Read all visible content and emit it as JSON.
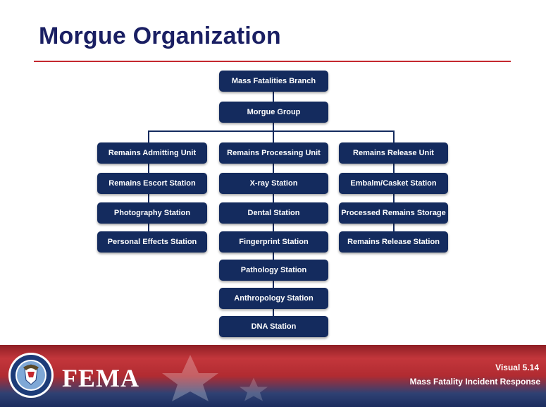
{
  "slide": {
    "title": "Morgue Organization"
  },
  "chart": {
    "top": [
      "Mass Fatalities Branch",
      "Morgue Group"
    ],
    "columns": [
      [
        "Remains Admitting Unit",
        "Remains Escort Station",
        "Photography Station",
        "Personal Effects Station"
      ],
      [
        "Remains Processing Unit",
        "X-ray Station",
        "Dental Station",
        "Fingerprint Station",
        "Pathology Station",
        "Anthropology Station",
        "DNA Station"
      ],
      [
        "Remains Release Unit",
        "Embalm/Casket Station",
        "Processed Remains Storage",
        "Remains Release Station"
      ]
    ]
  },
  "footer": {
    "agency": "FEMA",
    "visual": "Visual 5.14",
    "course": "Mass Fatality Incident Response"
  },
  "colors": {
    "box": "#142b5e",
    "title": "#1a1f63",
    "rule": "#c4282f"
  },
  "icons": {
    "seal": "dhs-seal-icon"
  }
}
